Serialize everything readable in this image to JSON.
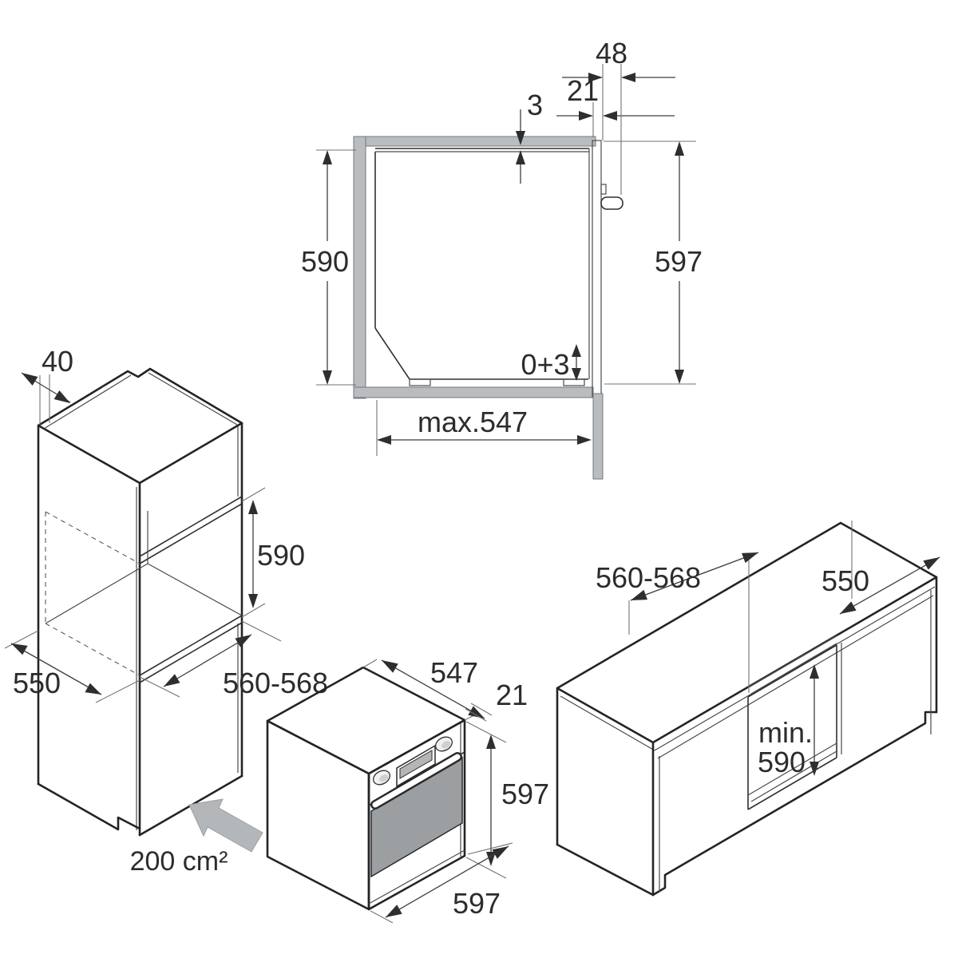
{
  "figure": {
    "type": "appliance-installation-diagram",
    "background": "#ffffff"
  },
  "colors": {
    "wall_gray": "#b9bdc0",
    "door_gray": "#9b9fa2",
    "side_gray": "#e8e9ea",
    "display_gray": "#b5b5b5",
    "vent_arrow_gray": "#b4b7ba",
    "line": "#2c2c2c"
  },
  "cross_section": {
    "top_gap": "3",
    "front_offset": "21",
    "handle_protrusion": "48",
    "niche_height": "590",
    "oven_height": "597",
    "bottom_clearance": "0+3",
    "max_depth": "max.547"
  },
  "tall_cabinet": {
    "rear_wall_gap": "40",
    "niche_height": "590",
    "cabinet_depth": "550",
    "niche_width": "560-568",
    "vent_area": "200 cm²"
  },
  "oven": {
    "body_depth": "547",
    "front_frame_depth": "21",
    "height": "597",
    "width": "597"
  },
  "base_cabinet": {
    "niche_width": "560-568",
    "worktop_depth": "550",
    "min_prefix": "min.",
    "min_niche_height": "590"
  }
}
